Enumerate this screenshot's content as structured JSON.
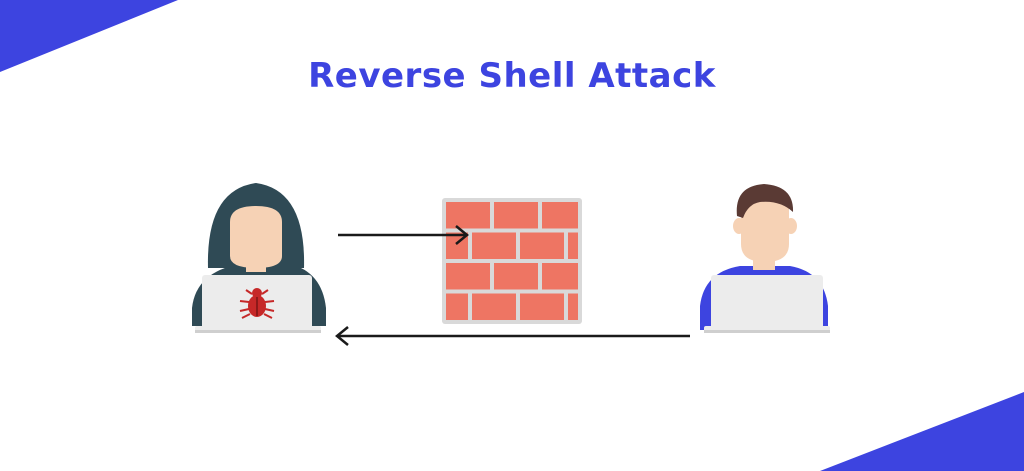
{
  "diagram": {
    "title": "Reverse Shell Attack",
    "colors": {
      "title": "#3d44e0",
      "accent": "#3d44e0",
      "hood": "#2f4a55",
      "skin": "#f6d2b5",
      "laptop": "#ececec",
      "bug": "#c62828",
      "brick": "#ee7563",
      "mortar": "#d9d9d9",
      "hair": "#5a3a34",
      "shirt": "#3d44e0",
      "arrow": "#1a1a1a"
    },
    "nodes": [
      {
        "id": "attacker",
        "icon": "hacker-icon"
      },
      {
        "id": "firewall",
        "icon": "firewall-icon"
      },
      {
        "id": "victim",
        "icon": "user-icon"
      }
    ],
    "edges": [
      {
        "from": "attacker",
        "to": "firewall",
        "direction": "right"
      },
      {
        "from": "victim",
        "to": "attacker",
        "direction": "left"
      }
    ]
  }
}
